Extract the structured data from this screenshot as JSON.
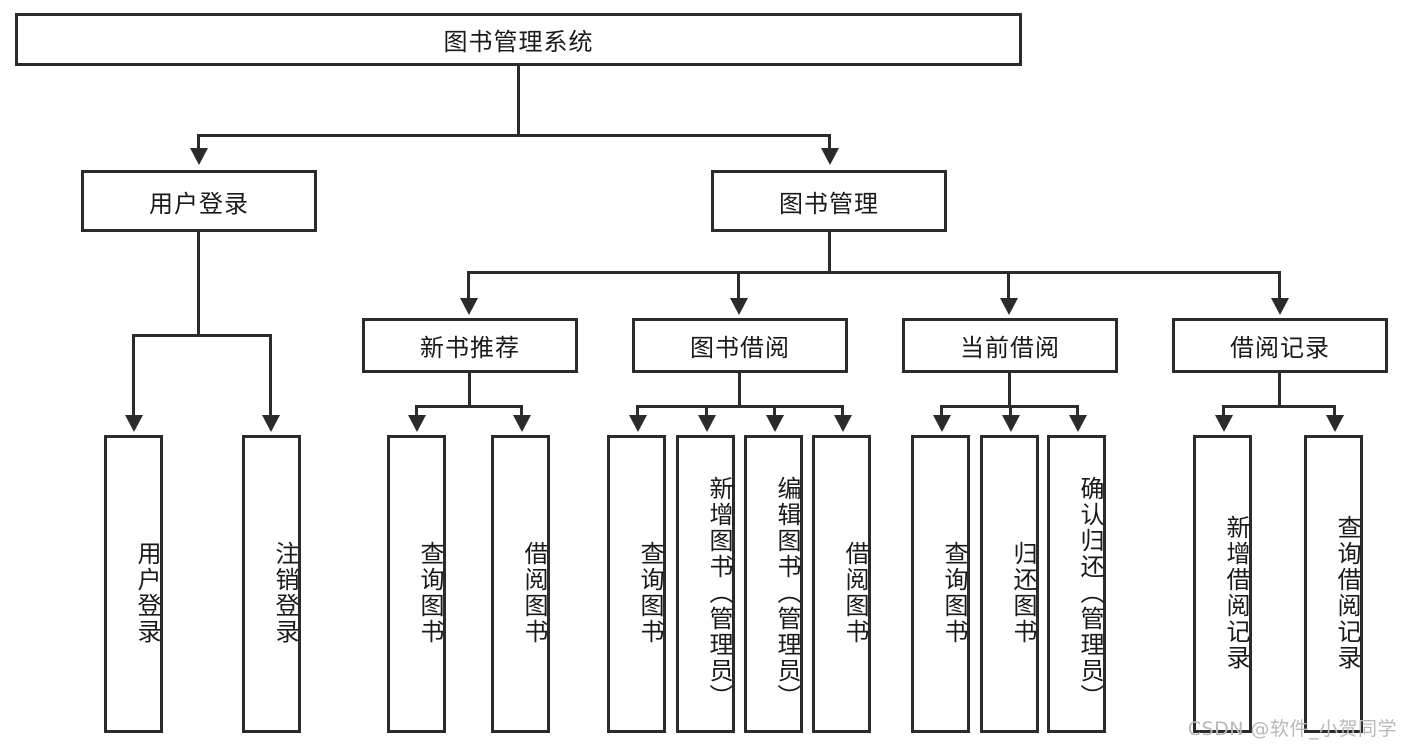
{
  "diagram": {
    "type": "tree",
    "title": "图书管理系统",
    "root": {
      "label": "图书管理系统"
    },
    "level2": [
      {
        "id": "user-login",
        "label": "用户登录"
      },
      {
        "id": "book-manage",
        "label": "图书管理"
      }
    ],
    "level3": [
      {
        "id": "new-book-recommend",
        "label": "新书推荐",
        "parent": "book-manage"
      },
      {
        "id": "book-borrow",
        "label": "图书借阅",
        "parent": "book-manage"
      },
      {
        "id": "current-borrow",
        "label": "当前借阅",
        "parent": "book-manage"
      },
      {
        "id": "borrow-record",
        "label": "借阅记录",
        "parent": "book-manage"
      }
    ],
    "leaves": {
      "user-login": [
        {
          "id": "leaf-user-login",
          "label": "用户登录"
        },
        {
          "id": "leaf-user-logout",
          "label": "注销登录"
        }
      ],
      "new-book-recommend": [
        {
          "id": "leaf-query-book-1",
          "label": "查询图书"
        },
        {
          "id": "leaf-borrow-book-1",
          "label": "借阅图书"
        }
      ],
      "book-borrow": [
        {
          "id": "leaf-query-book-2",
          "label": "查询图书"
        },
        {
          "id": "leaf-add-book",
          "label": "新增图书（管理员）"
        },
        {
          "id": "leaf-edit-book",
          "label": "编辑图书（管理员）"
        },
        {
          "id": "leaf-borrow-book-2",
          "label": "借阅图书"
        }
      ],
      "current-borrow": [
        {
          "id": "leaf-query-book-3",
          "label": "查询图书"
        },
        {
          "id": "leaf-return-book",
          "label": "归还图书"
        },
        {
          "id": "leaf-confirm-return",
          "label": "确认归还（管理员）"
        }
      ],
      "borrow-record": [
        {
          "id": "leaf-add-record",
          "label": "新增借阅记录"
        },
        {
          "id": "leaf-query-record",
          "label": "查询借阅记录"
        }
      ]
    }
  },
  "watermark": {
    "text": "CSDN @软件_小贺同学"
  },
  "colors": {
    "border": "#2b2b2b",
    "background": "#ffffff",
    "text": "#1a1a1a",
    "watermark": "#b9b9b9"
  }
}
